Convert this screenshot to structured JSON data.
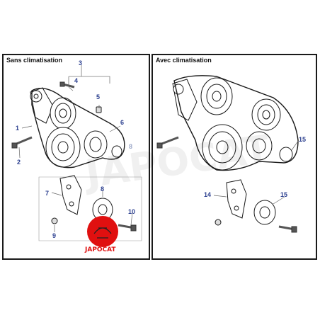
{
  "panels": {
    "left": {
      "title": "Sans climatisation"
    },
    "right": {
      "title": "Avec climatisation"
    }
  },
  "callouts": {
    "left": [
      "1",
      "2",
      "3",
      "4",
      "5",
      "6",
      "7",
      "8",
      "9",
      "10",
      "8"
    ],
    "right": [
      "15",
      "14",
      "15"
    ]
  },
  "watermark": {
    "text": "JAPOCAT"
  },
  "colors": {
    "callout": "#2b3f8f",
    "callout_faded": "#9aa6c8",
    "line": "#1a1a1a",
    "logo": "#e01010"
  }
}
